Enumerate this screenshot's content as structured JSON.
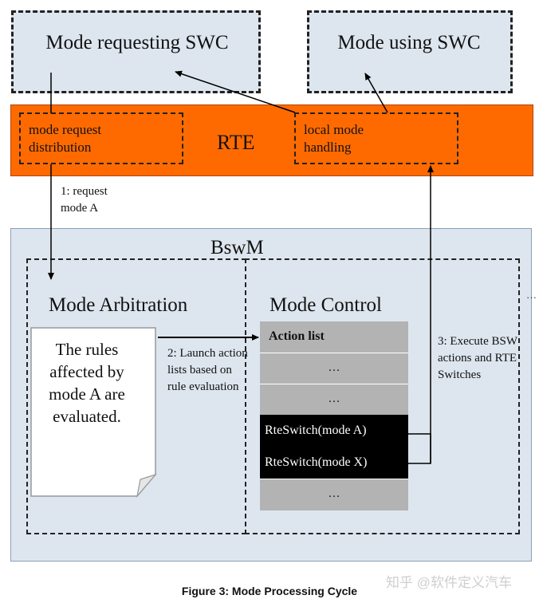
{
  "boxes": {
    "requesting": "Mode requesting SWC",
    "using": "Mode using SWC",
    "rte": "RTE",
    "request_distribution": "mode request distribution",
    "local_handling": "local mode handling",
    "bswm": "BswM",
    "arbitration": "Mode Arbitration",
    "control": "Mode Control",
    "rules_note": "The rules affected by mode A are evaluated."
  },
  "arrows": {
    "step1": "1: request mode A",
    "step2": "2: Launch action lists based on rule evaluation",
    "step3": "3: Execute BSW actions and RTE Switches"
  },
  "action_list": {
    "header": "Action list",
    "rows": [
      "…",
      "…",
      "RteSwitch(mode A)",
      "RteSwitch(mode X)",
      "…"
    ]
  },
  "side_ellipsis": "…",
  "caption": "Figure 3: Mode Processing Cycle",
  "watermark": "知乎 @软件定义汽车",
  "colors": {
    "rte": "#ff6a00",
    "box_fill": "#dde6ef",
    "action_gray": "#b3b3b3",
    "action_black": "#000000"
  }
}
